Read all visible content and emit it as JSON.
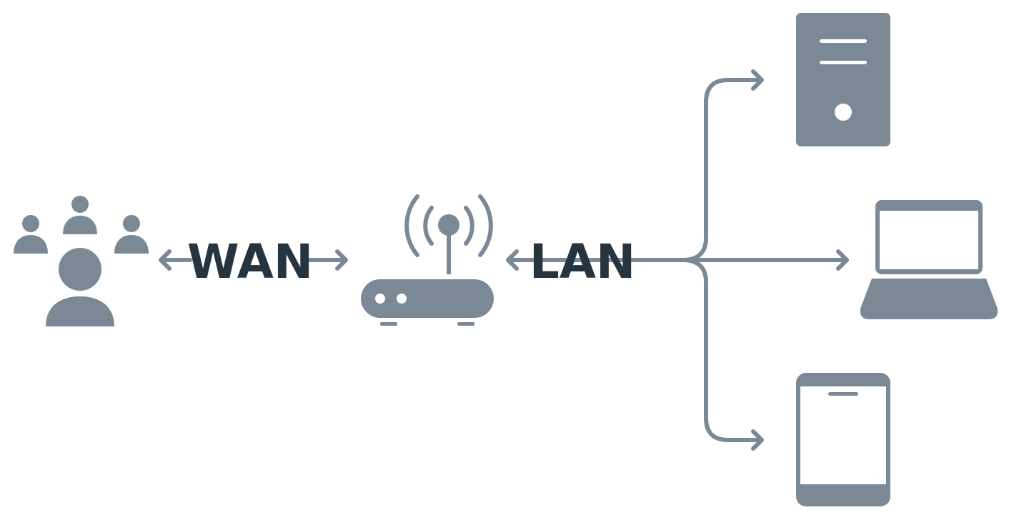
{
  "labels": {
    "wan": "WAN",
    "lan": "LAN"
  },
  "nodes": [
    {
      "id": "users",
      "icon": "users-group-icon"
    },
    {
      "id": "router",
      "icon": "wireless-router-icon"
    },
    {
      "id": "desktop",
      "icon": "desktop-tower-icon"
    },
    {
      "id": "laptop",
      "icon": "laptop-icon"
    },
    {
      "id": "tablet",
      "icon": "tablet-icon"
    }
  ],
  "colors": {
    "icon": "#7b8896",
    "label": "#263440",
    "background": "#ffffff"
  }
}
